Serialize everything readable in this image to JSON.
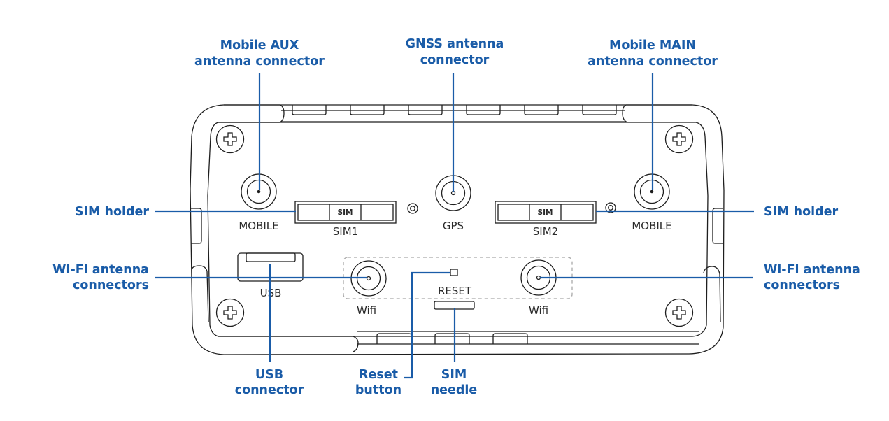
{
  "diagram": {
    "title": "Router front panel connectors",
    "colors": {
      "callout_text": "#1a5ca8",
      "leader_line": "#1a5ca8",
      "device_outline": "#1e1e1e",
      "device_label": "#2a2a2a",
      "wifi_group_dashes": "#a9a9a9"
    },
    "device_labels": {
      "mobile_left": "MOBILE",
      "mobile_right": "MOBILE",
      "sim1": "SIM1",
      "sim2": "SIM2",
      "sim_tray_mark_1": "SIM",
      "sim_tray_mark_2": "SIM",
      "gps": "GPS",
      "usb": "USB",
      "wifi_left": "Wifi",
      "wifi_right": "Wifi",
      "reset": "RESET"
    },
    "callouts": {
      "mobile_aux": [
        "Mobile AUX",
        "antenna connector"
      ],
      "gnss": [
        "GNSS antenna",
        "connector"
      ],
      "mobile_main": [
        "Mobile MAIN",
        "antenna connector"
      ],
      "sim_holder_left": [
        "SIM holder"
      ],
      "sim_holder_right": [
        "SIM holder"
      ],
      "wifi_left": [
        "Wi-Fi antenna",
        "connectors"
      ],
      "wifi_right": [
        "Wi-Fi antenna",
        "connectors"
      ],
      "usb": [
        "USB",
        "connector"
      ],
      "reset": [
        "Reset",
        "button"
      ],
      "sim_needle": [
        "SIM",
        "needle"
      ]
    }
  }
}
